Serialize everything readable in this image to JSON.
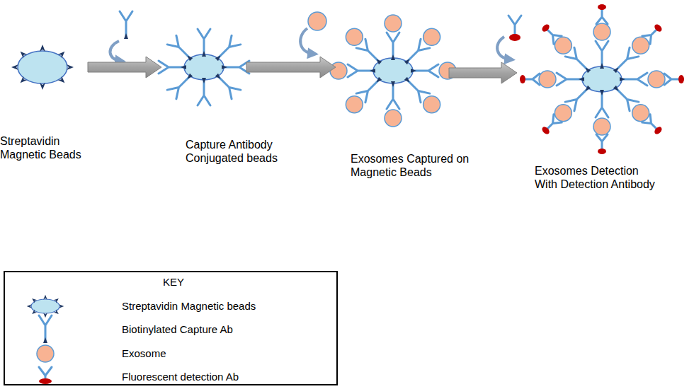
{
  "diagram": {
    "nodes": [
      {
        "text": [
          "Streptavidin Magnetic Beads"
        ]
      },
      {
        "text": [
          "Capture Antibody Conjugated beads"
        ]
      },
      {
        "text": [
          "Exosomes Captured on Magnetic Beads"
        ]
      },
      {
        "text": [
          "Exosomes Detection With Detection Antibody"
        ]
      }
    ],
    "edges": [
      {
        "from": 0,
        "to": 1,
        "arrow": "to"
      },
      {
        "from": 1,
        "to": 2,
        "arrow": "to"
      },
      {
        "from": 2,
        "to": 3,
        "arrow": "to"
      }
    ],
    "labels": [
      "KEY"
    ],
    "legend": [
      {
        "text": "Streptavidin Magnetic beads"
      },
      {
        "text": "Biotinylated Capture Ab"
      },
      {
        "text": "Exosome"
      },
      {
        "text": "Fluorescent detection Ab"
      }
    ]
  }
}
